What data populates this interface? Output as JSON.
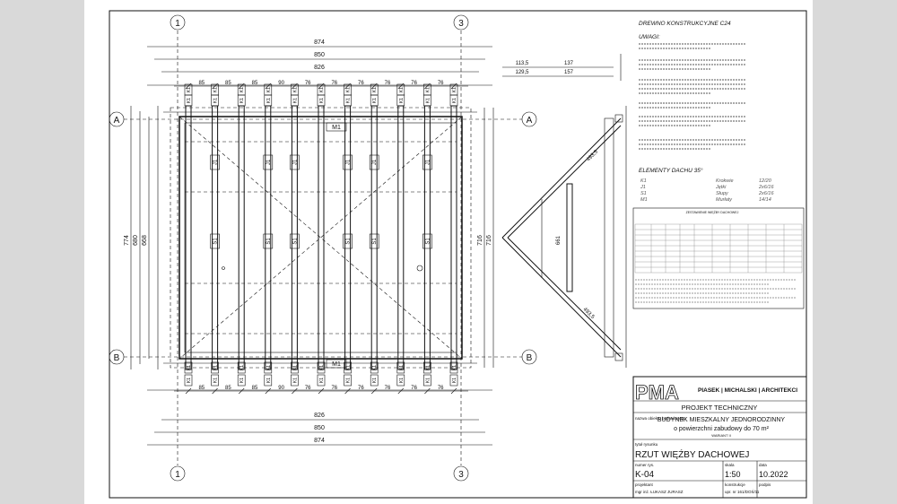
{
  "sheet": {
    "grid_labels": [
      "1",
      "3",
      "A",
      "B"
    ],
    "dims_top": [
      "874",
      "850",
      "826"
    ],
    "dims_bottom": [
      "826",
      "850",
      "874"
    ],
    "rafter_spacings": [
      "85",
      "85",
      "85",
      "90",
      "76",
      "76",
      "76",
      "76",
      "76",
      "76"
    ],
    "dims_left": [
      "774",
      "680",
      "668"
    ],
    "dim_right_span": "716",
    "markers": {
      "rafter": "K1",
      "joist": "J1",
      "post": "S1",
      "beam": "M1"
    },
    "section": {
      "dims_top": [
        "113,5",
        "137",
        "129,5",
        "157"
      ],
      "dims_right": [
        "493,5",
        "493,5"
      ],
      "height": "661"
    },
    "notes": {
      "title": "DREWNO KONSTRUKCYJNE C24",
      "uwagi_heading": "UWAGI:",
      "elements_heading": "ELEMENTY DACHU 35°",
      "elements": [
        {
          "code": "K1",
          "name": "Krokwie",
          "size": "12/20"
        },
        {
          "code": "J1",
          "name": "Jętki",
          "size": "2x6/16"
        },
        {
          "code": "S1",
          "name": "Słupy",
          "size": "2x6/16"
        },
        {
          "code": "M1",
          "name": "Murłaty",
          "size": "14/14"
        }
      ]
    },
    "table_title": "ZESTAWIENIE WIĘŹBY DACHOWEJ",
    "titleblock": {
      "logo": "PMA",
      "firm": "PIASEK | MICHALSKI | ARCHITEKCI",
      "stage": "PROJEKT TECHNICZNY",
      "object_label": "nazwa obiektu budowlanego",
      "object_name_1": "BUDYNEK MIESZKALNY JEDNORODZINNY",
      "object_name_2": "o powierzchni zabudowy do 70 m²",
      "variant": "WARIANT II",
      "drawing_title_label": "tytuł rysunku",
      "drawing_title": "RZUT WIĘŹBY DACHOWEJ",
      "number_label": "numer rys.",
      "number": "K-04",
      "scale_label": "skala",
      "scale": "1:50",
      "date_label": "data",
      "date": "10.2022",
      "designer_label": "projektant",
      "designer": "mgr inż. ŁUKASZ JURASZ",
      "discipline_label": "konstrukcje",
      "license": "upr. nr 161/DOŚ/11",
      "signature_label": "podpis"
    }
  }
}
